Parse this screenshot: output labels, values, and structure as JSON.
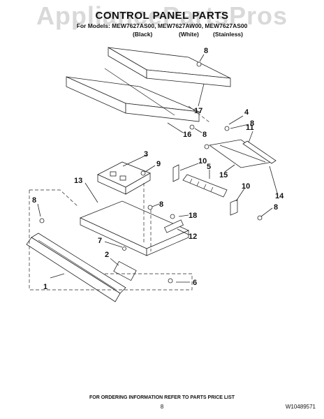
{
  "watermark": "AppliancePartsPros",
  "title": "CONTROL PANEL PARTS",
  "models": "For Models: MEW7627AS00, MEW7627AW00, MEW7627AS00",
  "variants": [
    "(Black)",
    "(White)",
    "(Stainless)"
  ],
  "callouts": {
    "c1": "1",
    "c2": "2",
    "c3": "3",
    "c4": "4",
    "c5": "5",
    "c6": "6",
    "c7": "7",
    "c8a": "8",
    "c8b": "8",
    "c8c": "8",
    "c8d": "8",
    "c8e": "8",
    "c8f": "8",
    "c9": "9",
    "c10a": "10",
    "c10b": "10",
    "c11": "11",
    "c12": "12",
    "c13": "13",
    "c14": "14",
    "c15": "15",
    "c16": "16",
    "c17": "17",
    "c18": "18"
  },
  "footer": "FOR ORDERING INFORMATION REFER TO PARTS PRICE LIST",
  "page_number": "8",
  "doc_number": "W10489571"
}
